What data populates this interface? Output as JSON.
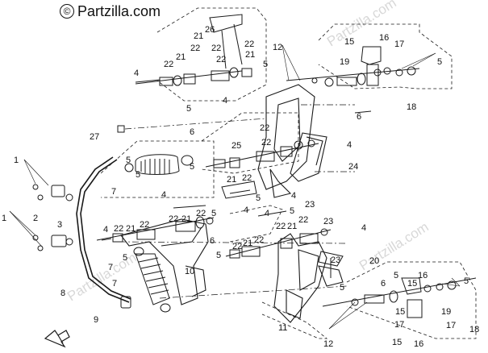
{
  "brand": {
    "mark": "©",
    "text": "Partzilla.com"
  },
  "watermarks": [
    "Partzilla.com",
    "Partzilla.com",
    "Partzilla.com"
  ],
  "callouts": [
    {
      "id": "c26",
      "label": "26"
    },
    {
      "id": "c21a",
      "label": "21"
    },
    {
      "id": "c22a",
      "label": "22"
    },
    {
      "id": "c21b",
      "label": "21"
    },
    {
      "id": "c22b",
      "label": "22"
    },
    {
      "id": "c22c",
      "label": "22"
    },
    {
      "id": "c22d",
      "label": "22"
    },
    {
      "id": "c22e",
      "label": "22"
    },
    {
      "id": "c21c",
      "label": "21"
    },
    {
      "id": "c5a",
      "label": "5"
    },
    {
      "id": "c4a",
      "label": "4"
    },
    {
      "id": "c5b",
      "label": "5"
    },
    {
      "id": "c4b",
      "label": "4"
    },
    {
      "id": "c12a",
      "label": "12"
    },
    {
      "id": "c15a",
      "label": "15"
    },
    {
      "id": "c16a",
      "label": "16"
    },
    {
      "id": "c17a",
      "label": "17"
    },
    {
      "id": "c19a",
      "label": "19"
    },
    {
      "id": "c5c",
      "label": "5"
    },
    {
      "id": "c18a",
      "label": "18"
    },
    {
      "id": "c6a",
      "label": "6"
    },
    {
      "id": "c27",
      "label": "27"
    },
    {
      "id": "c22f",
      "label": "22"
    },
    {
      "id": "c4c",
      "label": "4"
    },
    {
      "id": "c6b",
      "label": "6"
    },
    {
      "id": "c25",
      "label": "25"
    },
    {
      "id": "c22g",
      "label": "22"
    },
    {
      "id": "c24",
      "label": "24"
    },
    {
      "id": "c5d",
      "label": "5"
    },
    {
      "id": "c5e",
      "label": "5"
    },
    {
      "id": "c7a",
      "label": "7"
    },
    {
      "id": "c21d",
      "label": "21"
    },
    {
      "id": "c22h",
      "label": "22"
    },
    {
      "id": "c1a",
      "label": "1"
    },
    {
      "id": "c5f",
      "label": "5"
    },
    {
      "id": "c4d",
      "label": "4"
    },
    {
      "id": "c23a",
      "label": "23"
    },
    {
      "id": "c5g",
      "label": "5"
    },
    {
      "id": "c4e",
      "label": "4"
    },
    {
      "id": "c4f",
      "label": "4"
    },
    {
      "id": "c2",
      "label": "2"
    },
    {
      "id": "c1b",
      "label": "1"
    },
    {
      "id": "c3",
      "label": "3"
    },
    {
      "id": "c4g",
      "label": "4"
    },
    {
      "id": "c22i",
      "label": "22"
    },
    {
      "id": "c21e",
      "label": "21"
    },
    {
      "id": "c22j",
      "label": "22"
    },
    {
      "id": "c22k",
      "label": "22"
    },
    {
      "id": "c21f",
      "label": "21"
    },
    {
      "id": "c22l",
      "label": "22"
    },
    {
      "id": "c5h",
      "label": "5"
    },
    {
      "id": "c4h",
      "label": "4"
    },
    {
      "id": "c22m",
      "label": "22"
    },
    {
      "id": "c21g",
      "label": "21"
    },
    {
      "id": "c22n",
      "label": "22"
    },
    {
      "id": "c23b",
      "label": "23"
    },
    {
      "id": "c4i",
      "label": "4"
    },
    {
      "id": "c5i",
      "label": "5"
    },
    {
      "id": "c6c",
      "label": "6"
    },
    {
      "id": "c5j",
      "label": "5"
    },
    {
      "id": "c22o",
      "label": "22"
    },
    {
      "id": "c21h",
      "label": "21"
    },
    {
      "id": "c22p",
      "label": "22"
    },
    {
      "id": "c7b",
      "label": "7"
    },
    {
      "id": "c5k",
      "label": "5"
    },
    {
      "id": "c23c",
      "label": "23"
    },
    {
      "id": "c20",
      "label": "20"
    },
    {
      "id": "c8",
      "label": "8"
    },
    {
      "id": "c10",
      "label": "10"
    },
    {
      "id": "c7c",
      "label": "7"
    },
    {
      "id": "c6d",
      "label": "6"
    },
    {
      "id": "c5l",
      "label": "5"
    },
    {
      "id": "c5m",
      "label": "5"
    },
    {
      "id": "c15b",
      "label": "15"
    },
    {
      "id": "c16b",
      "label": "16"
    },
    {
      "id": "c5n",
      "label": "5"
    },
    {
      "id": "c9",
      "label": "9"
    },
    {
      "id": "c11",
      "label": "11"
    },
    {
      "id": "c19b",
      "label": "19"
    },
    {
      "id": "c15c",
      "label": "15"
    },
    {
      "id": "c17b",
      "label": "17"
    },
    {
      "id": "c17c",
      "label": "17"
    },
    {
      "id": "c12b",
      "label": "12"
    },
    {
      "id": "c15d",
      "label": "15"
    },
    {
      "id": "c16c",
      "label": "16"
    },
    {
      "id": "c18b",
      "label": "18"
    }
  ],
  "icons": {
    "front_arrow": "front-arrow-icon"
  }
}
